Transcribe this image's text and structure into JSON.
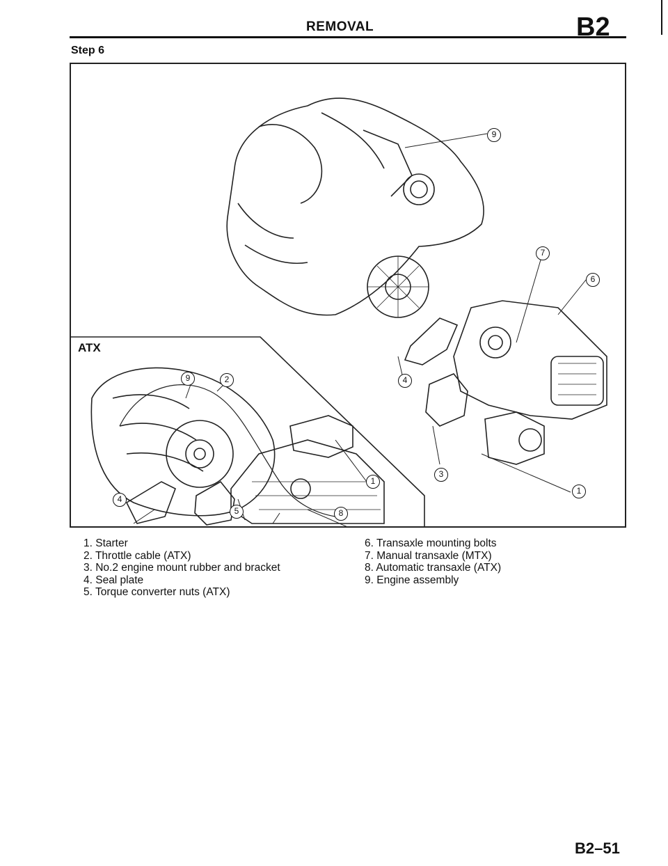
{
  "header": {
    "title": "REMOVAL",
    "code": "B2"
  },
  "step_label": "Step 6",
  "figure": {
    "atx_label": "ATX",
    "callouts": [
      "1",
      "2",
      "3",
      "4",
      "5",
      "6",
      "7",
      "8",
      "9"
    ]
  },
  "legend": {
    "left": [
      "1. Starter",
      "2. Throttle cable (ATX)",
      "3. No.2 engine mount rubber and bracket",
      "4. Seal plate",
      "5. Torque converter nuts (ATX)"
    ],
    "right": [
      "6. Transaxle mounting bolts",
      "7. Manual transaxle (MTX)",
      "8. Automatic transaxle (ATX)",
      "9. Engine assembly"
    ]
  },
  "page_number": "B2–51"
}
